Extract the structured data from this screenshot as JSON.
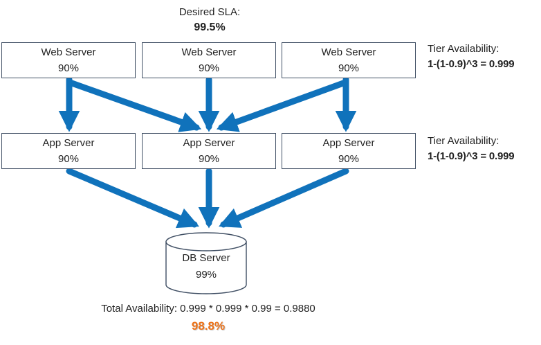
{
  "header": {
    "label": "Desired SLA:",
    "value": "99.5%"
  },
  "web_tier": {
    "servers": [
      {
        "name": "Web Server",
        "availability": "90%"
      },
      {
        "name": "Web Server",
        "availability": "90%"
      },
      {
        "name": "Web Server",
        "availability": "90%"
      }
    ],
    "note_label": "Tier Availability:",
    "note_formula": "1-(1-0.9)^3 = 0.999"
  },
  "app_tier": {
    "servers": [
      {
        "name": "App Server",
        "availability": "90%"
      },
      {
        "name": "App Server",
        "availability": "90%"
      },
      {
        "name": "App Server",
        "availability": "90%"
      }
    ],
    "note_label": "Tier Availability:",
    "note_formula": "1-(1-0.9)^3 = 0.999"
  },
  "db_tier": {
    "name": "DB Server",
    "availability": "99%"
  },
  "footer": {
    "total_formula": "Total Availability: 0.999 * 0.999 * 0.99 = 0.9880",
    "total_percent": "98.8%"
  },
  "colors": {
    "arrow_blue": "#1072BB",
    "box_border": "#3F4E63",
    "result_orange": "#ED7218",
    "text": "#1F1F1F"
  }
}
